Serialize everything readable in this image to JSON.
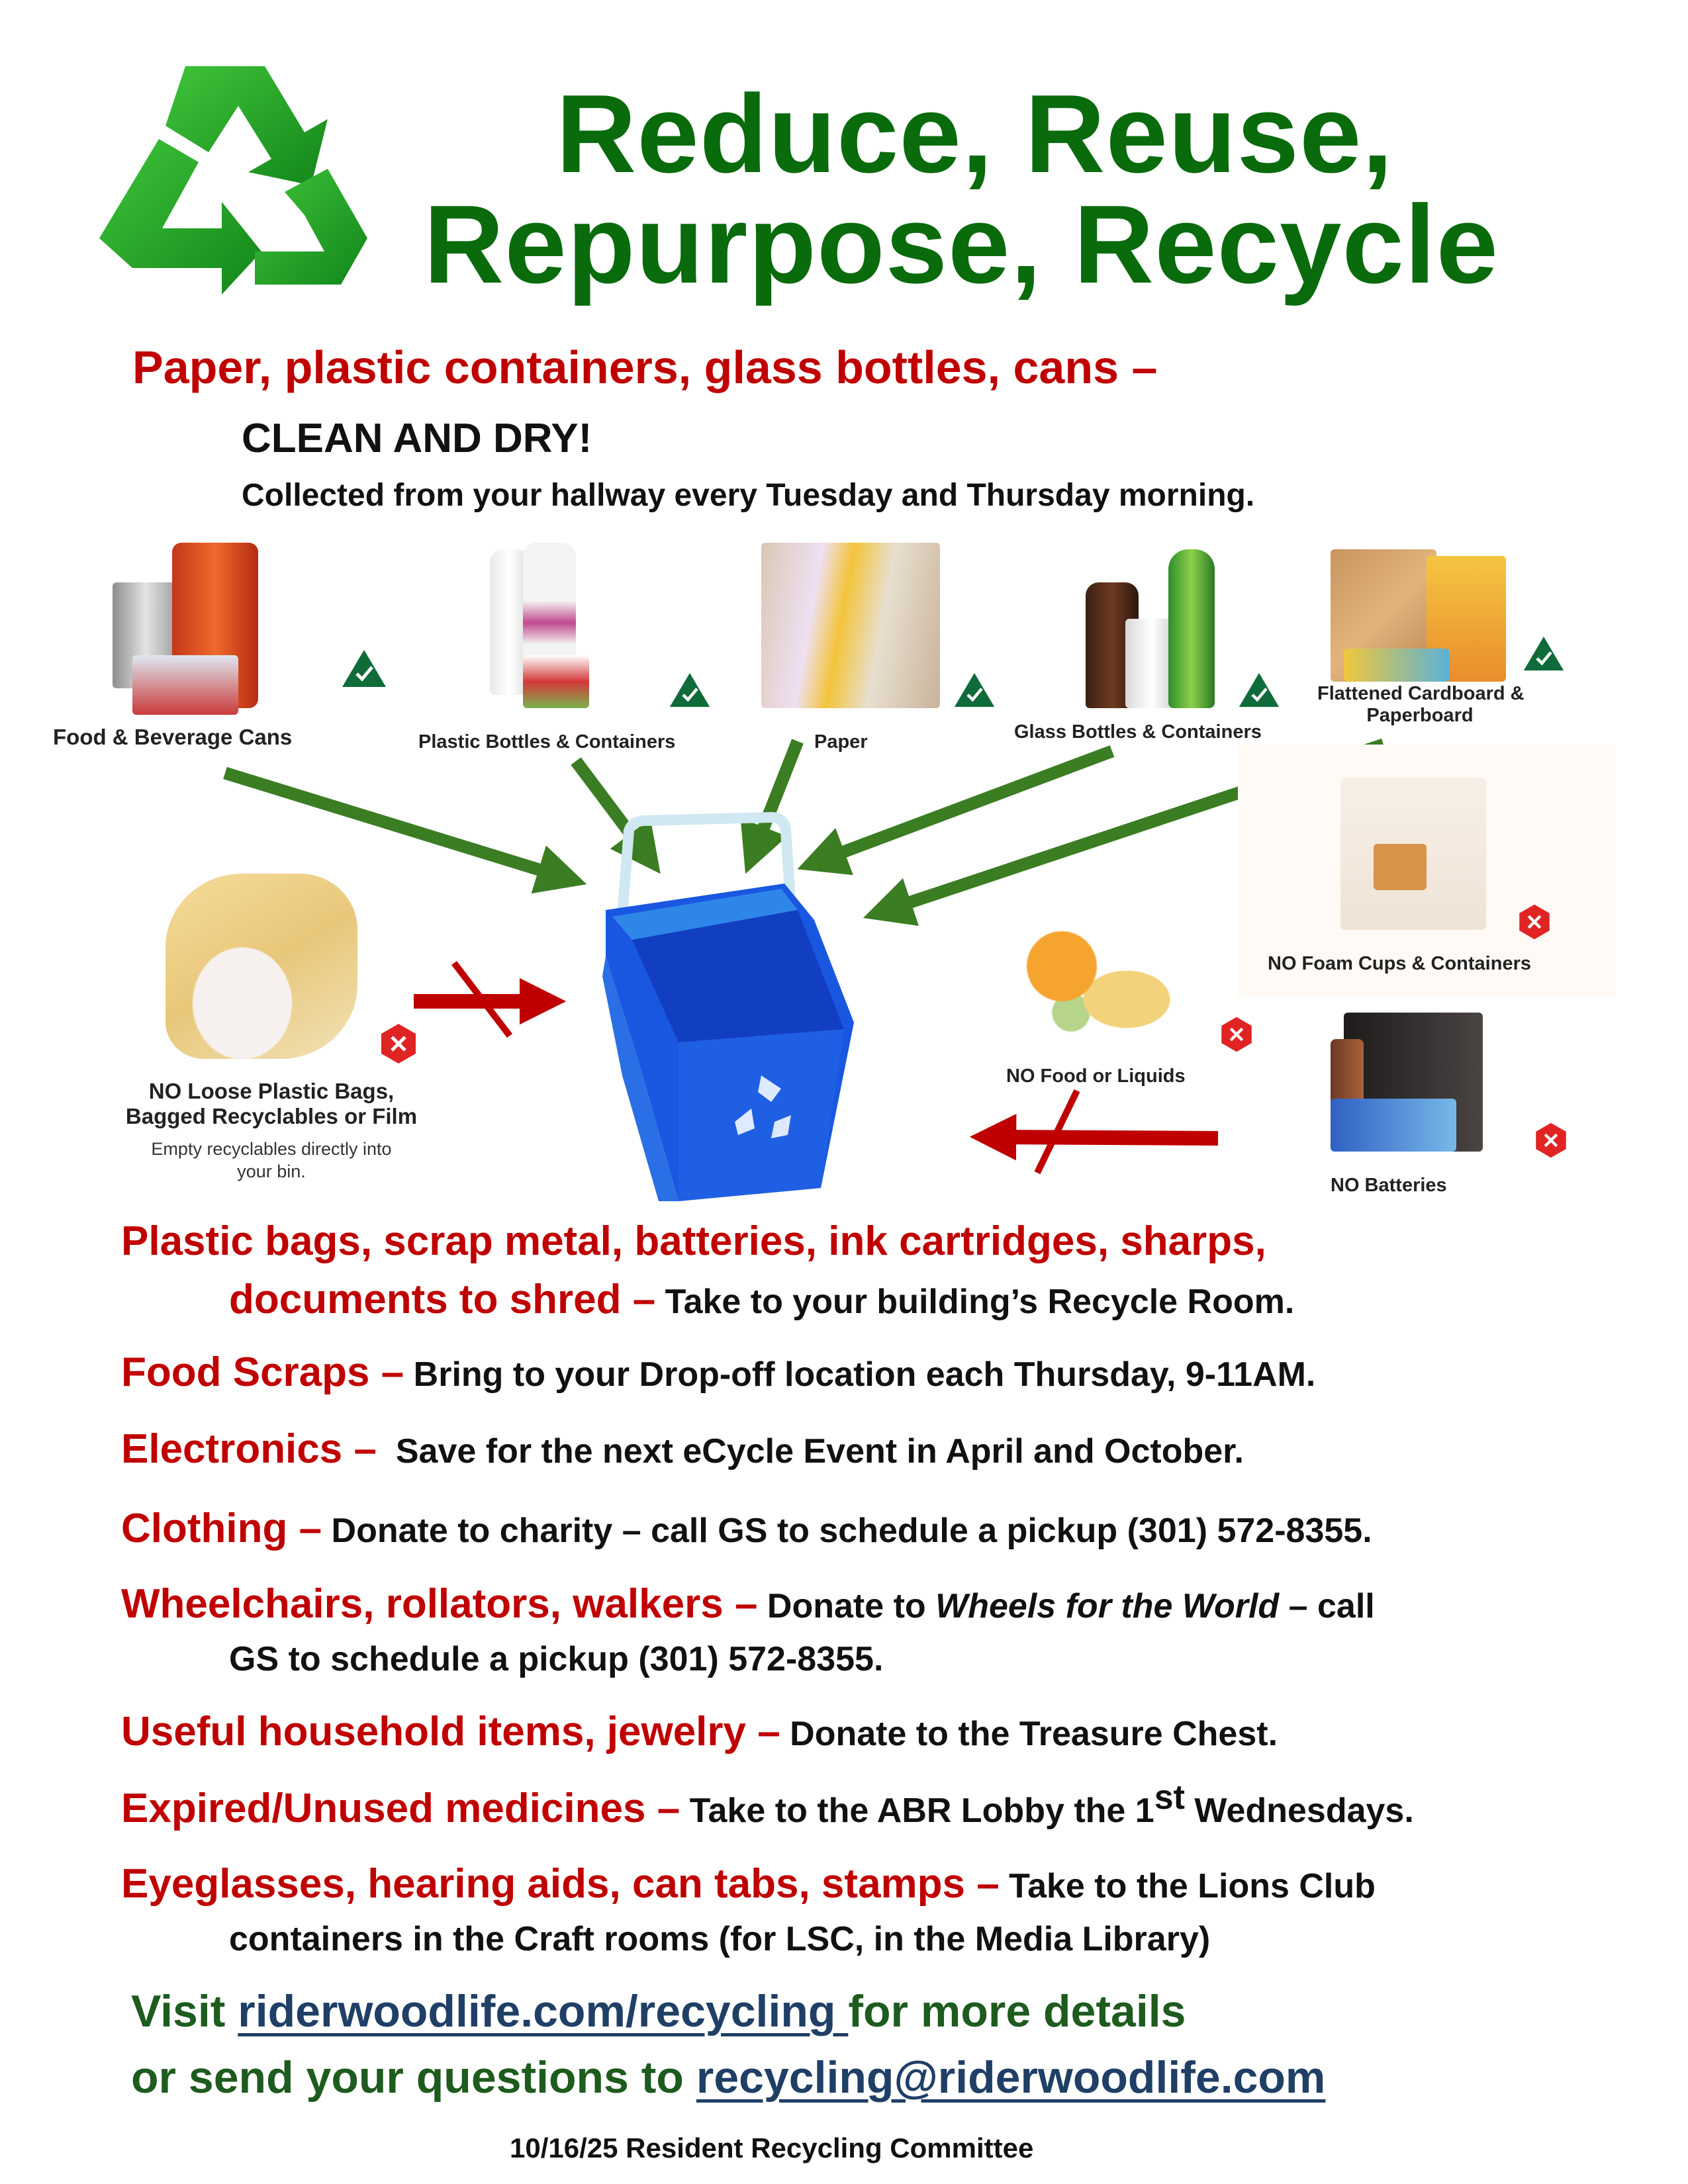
{
  "header": {
    "title_line1": "Reduce, Reuse,",
    "title_line2": "Repurpose, Recycle",
    "logo_icon": "recycle-symbol-icon",
    "title_color": "#0a6b0d"
  },
  "curbside": {
    "heading": "Paper, plastic containers, glass bottles, cans –",
    "emphasis": "CLEAN AND DRY!",
    "schedule": "Collected from your hallway every Tuesday and Thursday morning."
  },
  "accepted_items": [
    {
      "label": "Food & Beverage Cans",
      "badge": "check-icon"
    },
    {
      "label": "Plastic Bottles & Containers",
      "badge": "check-icon"
    },
    {
      "label": "Paper",
      "badge": "check-icon"
    },
    {
      "label": "Glass Bottles & Containers",
      "badge": "check-icon"
    },
    {
      "label_line1": "Flattened Cardboard &",
      "label_line2": "Paperboard",
      "badge": "check-icon"
    }
  ],
  "rejected_items": [
    {
      "label_line1": "NO Loose Plastic Bags,",
      "label_line2": "Bagged Recyclables or Film",
      "note_line1": "Empty recyclables directly into",
      "note_line2": "your bin.",
      "badge": "x-icon"
    },
    {
      "label": "NO Foam Cups & Containers",
      "badge": "x-icon"
    },
    {
      "label": "NO Food or Liquids",
      "badge": "x-icon"
    },
    {
      "label": "NO Batteries",
      "badge": "x-icon"
    }
  ],
  "diagram": {
    "bin_icon": "blue-recycling-bin",
    "accept_arrow_color": "#3b7d23",
    "reject_arrow_color": "#c00000"
  },
  "instructions": [
    {
      "lead_line1": "Plastic bags, scrap metal, batteries, ink cartridges, sharps,",
      "lead_line2": "documents to shred –",
      "rest": " Take to your building’s Recycle Room."
    },
    {
      "lead": "Food Scraps –",
      "rest": " Bring to your Drop-off location each Thursday, 9-11AM."
    },
    {
      "lead": "Electronics –",
      "rest": "  Save for the next eCycle Event in April and October."
    },
    {
      "lead": "Clothing –",
      "rest": " Donate to charity – call GS to schedule a pickup (301) 572-8355."
    },
    {
      "lead": "Wheelchairs, rollators, walkers –",
      "rest_a": " Donate to ",
      "rest_italic": "Wheels for the World",
      "rest_b": " – call",
      "rest_line2": "GS to schedule a pickup (301) 572-8355."
    },
    {
      "lead": "Useful household items, jewelry –",
      "rest": " Donate to the Treasure Chest."
    },
    {
      "lead": "Expired/Unused medicines –",
      "rest_a": " Take to the ABR Lobby the 1",
      "rest_sup": "st",
      "rest_b": " Wednesdays."
    },
    {
      "lead": "Eyeglasses, hearing aids, can tabs, stamps –",
      "rest": " Take to the Lions Club",
      "rest_line2": "containers in the Craft rooms (for LSC, in the Media Library)"
    }
  ],
  "footer": {
    "visit_prefix": "Visit ",
    "website_link": "riderwoodlife.com/recycling ",
    "visit_suffix": "for more details",
    "questions_prefix": "or send your questions to ",
    "email_link": "recycling@riderwoodlife.com",
    "credit": "10/16/25 Resident Recycling Committee"
  }
}
